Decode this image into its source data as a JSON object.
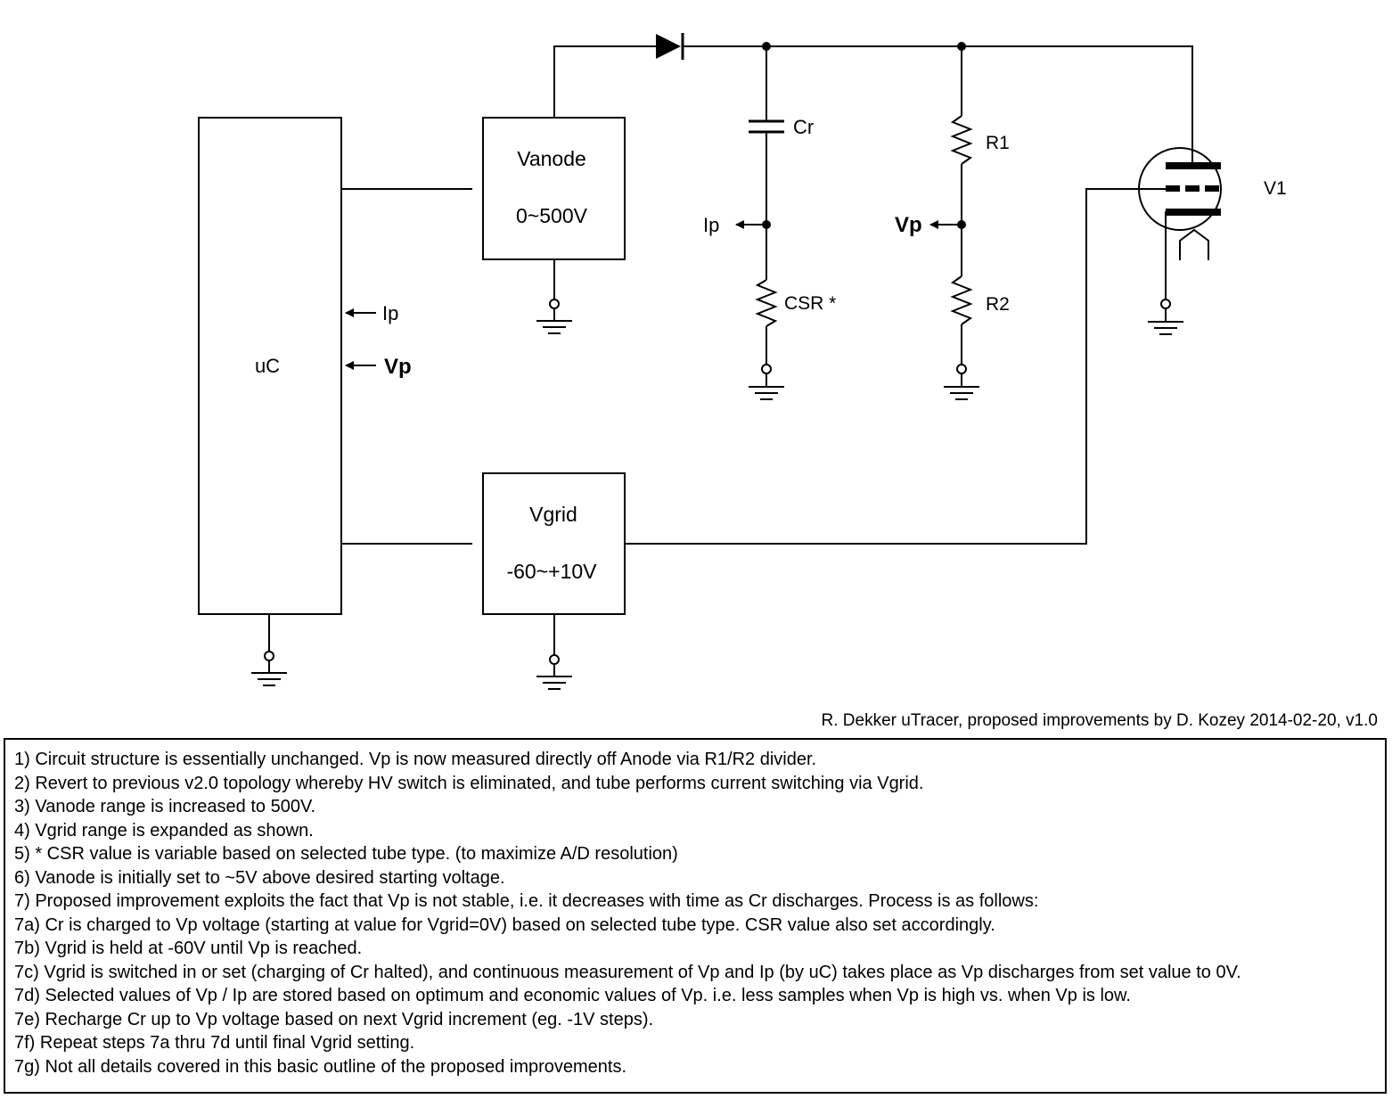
{
  "diagram": {
    "blocks": {
      "uc": "uC",
      "vanode_name": "Vanode",
      "vanode_range": "0~500V",
      "vgrid_name": "Vgrid",
      "vgrid_range": "-60~+10V"
    },
    "components": {
      "cr": "Cr",
      "csr": "CSR *",
      "r1": "R1",
      "r2": "R2",
      "v1": "V1"
    },
    "signals": {
      "ip": "Ip",
      "vp": "Vp"
    }
  },
  "credit": "R. Dekker uTracer, proposed improvements by D. Kozey 2014-02-20, v1.0",
  "notes": [
    "1) Circuit structure is essentially unchanged. Vp is now measured directly off Anode via R1/R2 divider.",
    "2) Revert to previous v2.0 topology whereby HV switch is eliminated, and tube performs current switching via Vgrid.",
    "3) Vanode range is increased to 500V.",
    "4) Vgrid range is expanded as shown.",
    "5) * CSR value is variable based on selected tube type. (to maximize A/D resolution)",
    "6) Vanode is initially set to ~5V above desired starting voltage.",
    "7) Proposed improvement exploits the fact that Vp is not stable, i.e. it decreases with time as Cr discharges. Process is as follows:",
    "7a) Cr is charged to Vp voltage (starting at value for Vgrid=0V) based on selected tube type. CSR value also set accordingly.",
    "7b) Vgrid is held at -60V until Vp is reached.",
    "7c) Vgrid is switched in or set (charging of Cr halted), and continuous measurement of Vp and Ip (by uC) takes place as Vp discharges from set value to 0V.",
    "7d) Selected values of Vp / Ip are stored based on optimum and economic values of Vp. i.e. less samples when Vp is high vs. when Vp is low.",
    "7e) Recharge Cr up to Vp voltage based on next Vgrid increment (eg. -1V steps).",
    "7f) Repeat steps 7a thru 7d until final Vgrid setting.",
    "7g) Not all details covered in this basic outline of the proposed improvements."
  ]
}
